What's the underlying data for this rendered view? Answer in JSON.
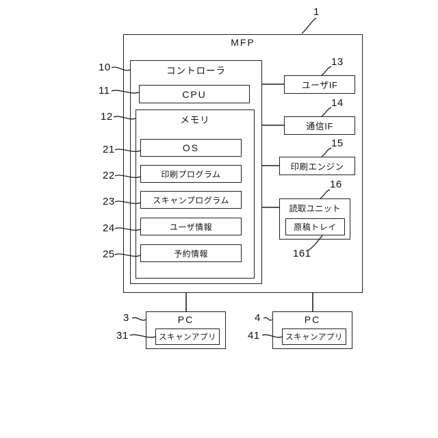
{
  "nodes": {
    "mfp": {
      "label": "MFP",
      "ref": "1"
    },
    "controller": {
      "label": "コントローラ",
      "ref": "10"
    },
    "cpu": {
      "label": "CPU",
      "ref": "11"
    },
    "memory": {
      "label": "メモリ",
      "ref": "12"
    },
    "os": {
      "label": "OS",
      "ref": "21"
    },
    "print_program": {
      "label": "印刷プログラム",
      "ref": "22"
    },
    "scan_program": {
      "label": "スキャンプログラム",
      "ref": "23"
    },
    "user_info": {
      "label": "ユーザ情報",
      "ref": "24"
    },
    "reservation_info": {
      "label": "予約情報",
      "ref": "25"
    },
    "user_if": {
      "label": "ユーザIF",
      "ref": "13"
    },
    "comm_if": {
      "label": "通信IF",
      "ref": "14"
    },
    "print_engine": {
      "label": "印刷エンジン",
      "ref": "15"
    },
    "reading_unit": {
      "label": "読取ユニット",
      "ref": "16"
    },
    "document_tray": {
      "label": "原稿トレイ",
      "ref": "161"
    },
    "pc_left": {
      "label": "PC",
      "ref": "3"
    },
    "scan_app_left": {
      "label": "スキャンアプリ",
      "ref": "31"
    },
    "pc_right": {
      "label": "PC",
      "ref": "4"
    },
    "scan_app_right": {
      "label": "スキャンアプリ",
      "ref": "41"
    }
  }
}
